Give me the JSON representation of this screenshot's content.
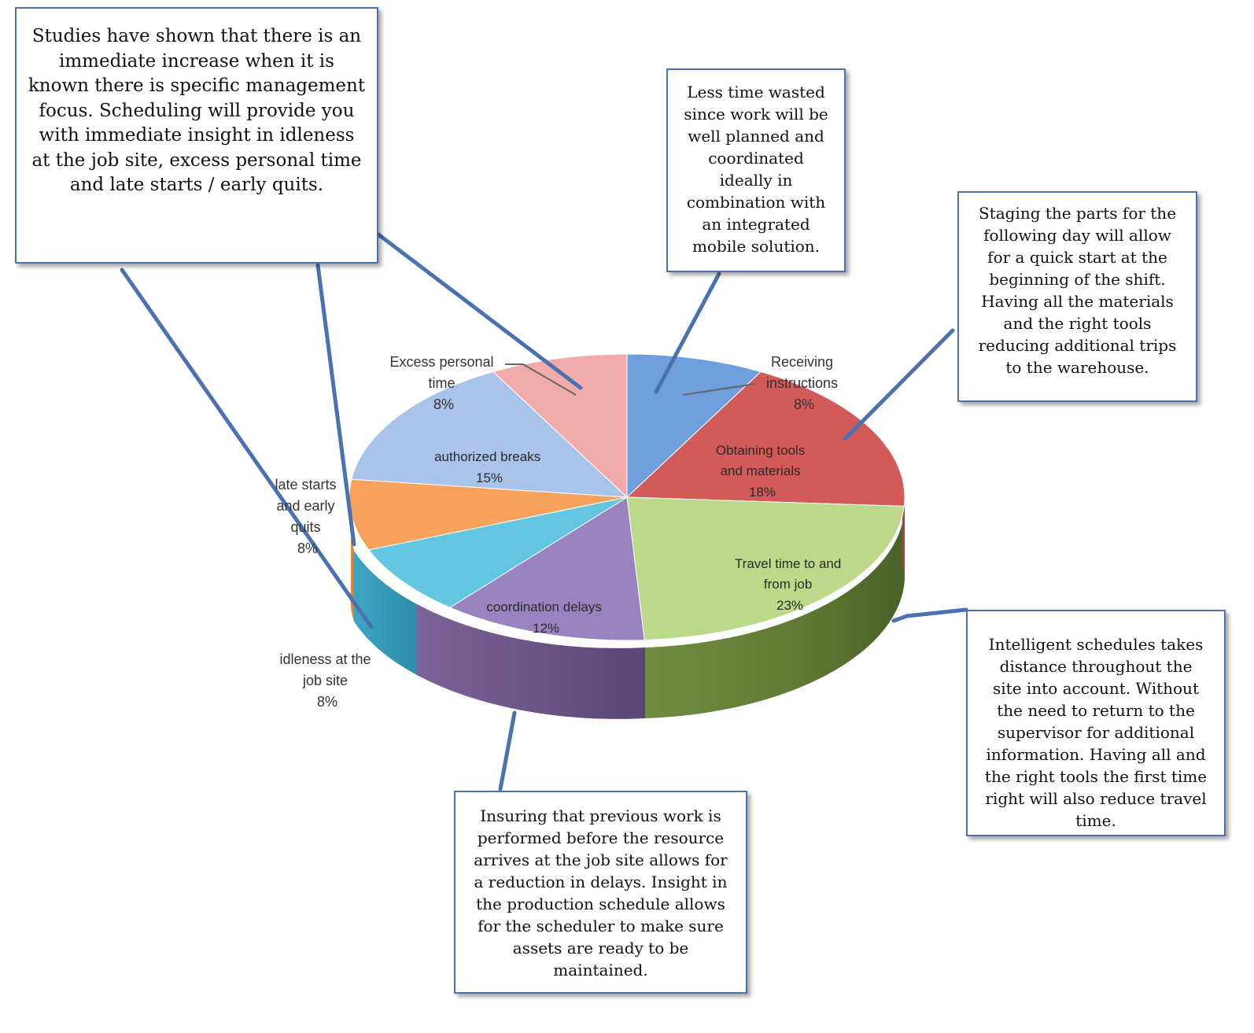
{
  "chart_data": {
    "type": "pie",
    "title": "",
    "slices": [
      {
        "label": "Receiving instructions",
        "percent_label": "8%",
        "value": 8,
        "color": "#6f9fdc"
      },
      {
        "label": "Obtaining tools and materials",
        "percent_label": "18%",
        "value": 18,
        "color": "#d25a58"
      },
      {
        "label": "Travel time to and from job",
        "percent_label": "23%",
        "value": 23,
        "color": "#bcd98a"
      },
      {
        "label": "coordination delays",
        "percent_label": "12%",
        "value": 12,
        "color": "#9a84bf"
      },
      {
        "label": "idleness at the job site",
        "percent_label": "8%",
        "value": 8,
        "color": "#62c6e0"
      },
      {
        "label": "late starts and early quits",
        "percent_label": "8%",
        "value": 8,
        "color": "#f6a25c"
      },
      {
        "label": "authorized breaks",
        "percent_label": "15%",
        "value": 15,
        "color": "#a9c3ea"
      },
      {
        "label": "Excess personal time",
        "percent_label": "8%",
        "value": 8,
        "color": "#f2abab"
      }
    ],
    "labels": {
      "receiving": [
        "Receiving",
        "instructions",
        "8%"
      ],
      "obtaining": [
        "Obtaining tools",
        "and materials",
        "18%"
      ],
      "travel": [
        "Travel time to and",
        "from job",
        "23%"
      ],
      "coordination": [
        "coordination delays",
        "12%"
      ],
      "idleness": [
        "idleness at the",
        "job site",
        "8%"
      ],
      "late": [
        "late starts",
        "and early",
        "quits",
        "8%"
      ],
      "authorized": [
        "authorized breaks",
        "15%"
      ],
      "excess": [
        "Excess personal",
        "time",
        "8%"
      ]
    }
  },
  "callouts": {
    "studies": "Studies have shown that there is an\nimmediate increase when it is\nknown there is specific management\nfocus. Scheduling will provide you\nwith immediate insight in idleness\nat the job site, excess personal time\nand late starts / early quits.",
    "less_time": "Less time wasted\nsince work will be\nwell planned and\ncoordinated\nideally in\ncombination with\nan integrated\nmobile solution.",
    "staging": "Staging the parts for the\nfollowing day will allow\nfor a quick start at the\nbeginning of the shift.\nHaving all the materials\nand the right tools\nreducing additional trips\nto the warehouse.",
    "intelligent": "Intelligent schedules takes\ndistance throughout the\nsite into account. Without\nthe need to return to the\nsupervisor for additional\ninformation. Having all and\nthe right tools the first time\nright will also reduce travel\ntime.",
    "insuring": "Insuring that previous work is\nperformed before the resource\narrives at the job site allows for\na reduction in delays. Insight in\nthe production schedule allows\nfor the scheduler to make sure\nassets are ready to be\nmaintained."
  },
  "colors": {
    "connector": "#4a72b0",
    "box_border": "#4a72b0"
  }
}
